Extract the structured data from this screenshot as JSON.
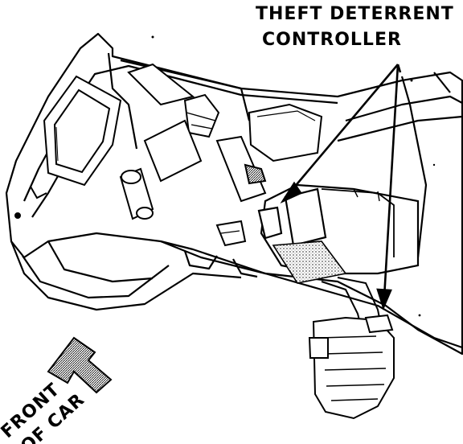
{
  "callout": {
    "line1": "THEFT DETERRENT",
    "line2": "CONTROLLER"
  },
  "orientation": {
    "line1": "FRONT",
    "line2": "OF CAR"
  },
  "colors": {
    "ink": "#000000",
    "paper": "#ffffff",
    "shade": "#9a9a9a"
  }
}
